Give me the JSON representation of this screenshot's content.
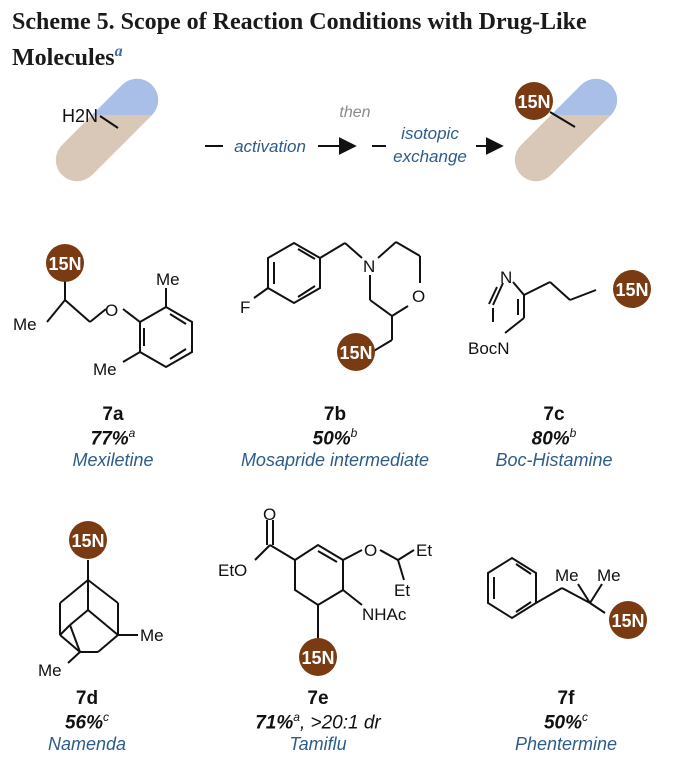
{
  "title": {
    "text": "Scheme 5. Scope of Reaction Conditions with Drug-Like Molecules",
    "footnote": "a"
  },
  "colors": {
    "badge": "#7a3b12",
    "capsule_top": "#a9bfe8",
    "capsule_bottom": "#d9c8b8",
    "blue_text": "#2e5c8a",
    "grey_text": "#8a8a8a"
  },
  "scheme": {
    "amine_label": "H2N",
    "step1": "activation",
    "then": "then",
    "step2_line1": "isotopic",
    "step2_line2": "exchange"
  },
  "badge_text": "15N",
  "compounds": [
    {
      "id": "7a",
      "yield": "77%",
      "sup": "a",
      "note": "",
      "name": "Mexiletine"
    },
    {
      "id": "7b",
      "yield": "50%",
      "sup": "b",
      "note": "",
      "name": "Mosapride intermediate"
    },
    {
      "id": "7c",
      "yield": "80%",
      "sup": "b",
      "note": "",
      "name": "Boc-Histamine"
    },
    {
      "id": "7d",
      "yield": "56%",
      "sup": "c",
      "note": "",
      "name": "Namenda"
    },
    {
      "id": "7e",
      "yield": "71%",
      "sup": "a",
      "note": ", >20:1 dr",
      "name": "Tamiflu"
    },
    {
      "id": "7f",
      "yield": "50%",
      "sup": "c",
      "note": "",
      "name": "Phentermine"
    }
  ],
  "atoms": {
    "me": "Me",
    "o": "O",
    "f": "F",
    "n": "N",
    "boc_n": "BocN",
    "eto": "EtO",
    "et": "Et",
    "nhac": "NHAc"
  }
}
